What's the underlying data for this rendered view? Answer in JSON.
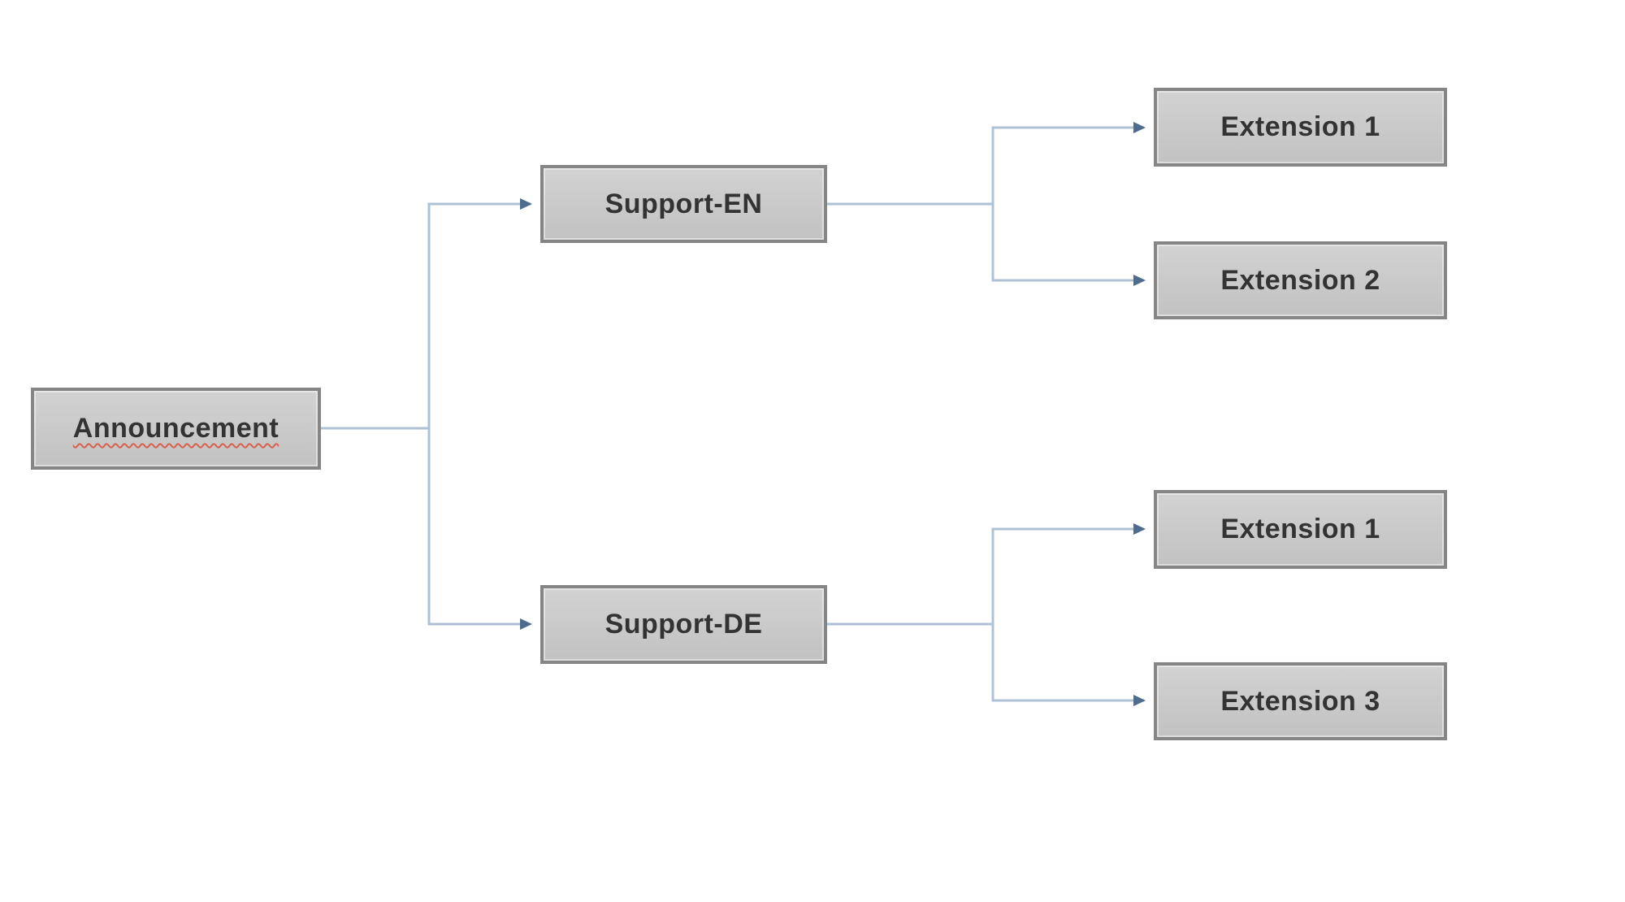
{
  "colors": {
    "node_fill": "#c9c9c9",
    "node_border": "#858585",
    "node_text": "#333333",
    "connector_line": "#aec2d4",
    "arrowhead": "#4e6d8e",
    "spellcheck_underline": "#d8604f",
    "canvas_background": "#ffffff"
  },
  "diagram": {
    "type": "horizontal-tree-flowchart",
    "nodes": [
      {
        "id": "announcement",
        "label": "Announcement",
        "level": 0,
        "misspelled_marker": true
      },
      {
        "id": "support-en",
        "label": "Support-EN",
        "level": 1,
        "parent": "announcement"
      },
      {
        "id": "support-de",
        "label": "Support-DE",
        "level": 1,
        "parent": "announcement"
      },
      {
        "id": "ext1-en",
        "label": "Extension 1",
        "level": 2,
        "parent": "support-en"
      },
      {
        "id": "ext2-en",
        "label": "Extension 2",
        "level": 2,
        "parent": "support-en"
      },
      {
        "id": "ext1-de",
        "label": "Extension 1",
        "level": 2,
        "parent": "support-de"
      },
      {
        "id": "ext3-de",
        "label": "Extension 3",
        "level": 2,
        "parent": "support-de"
      }
    ],
    "edges": [
      {
        "from": "announcement",
        "to": "support-en",
        "style": "elbow-arrow"
      },
      {
        "from": "announcement",
        "to": "support-de",
        "style": "elbow-arrow"
      },
      {
        "from": "support-en",
        "to": "ext1-en",
        "style": "elbow-arrow"
      },
      {
        "from": "support-en",
        "to": "ext2-en",
        "style": "elbow-arrow"
      },
      {
        "from": "support-de",
        "to": "ext1-de",
        "style": "elbow-arrow"
      },
      {
        "from": "support-de",
        "to": "ext3-de",
        "style": "elbow-arrow"
      }
    ]
  }
}
